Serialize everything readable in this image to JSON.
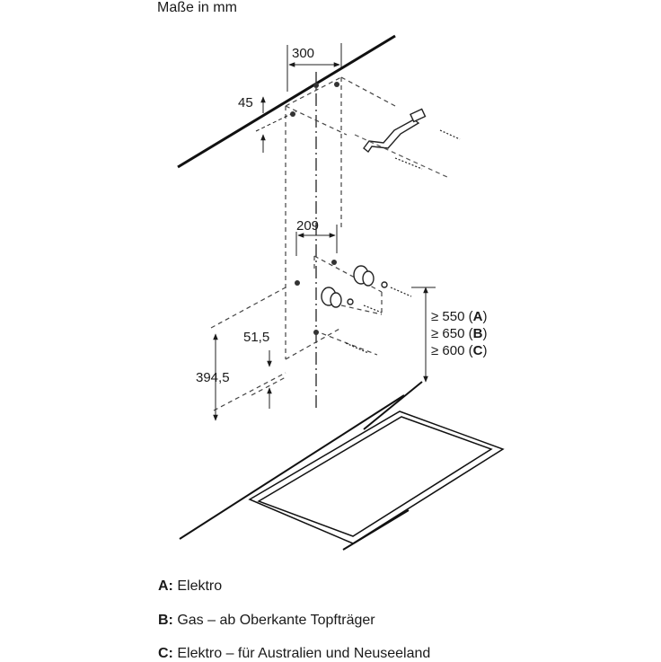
{
  "title": "Maße in mm",
  "dimensions": {
    "d300": "300",
    "d45": "45",
    "d209": "209",
    "d51_5": "51,5",
    "d394_5": "394,5"
  },
  "heights": [
    {
      "prefix": "≥ 550 (",
      "key": "A",
      "suffix": ")"
    },
    {
      "prefix": "≥ 650 (",
      "key": "B",
      "suffix": ")"
    },
    {
      "prefix": "≥ 600 (",
      "key": "C",
      "suffix": ")"
    }
  ],
  "legend": [
    {
      "key": "A:",
      "text": " Elektro"
    },
    {
      "key": "B:",
      "text": " Gas – ab Oberkante Topfträger"
    },
    {
      "key": "C:",
      "text": " Elektro – für Australien und Neuseeland"
    }
  ]
}
